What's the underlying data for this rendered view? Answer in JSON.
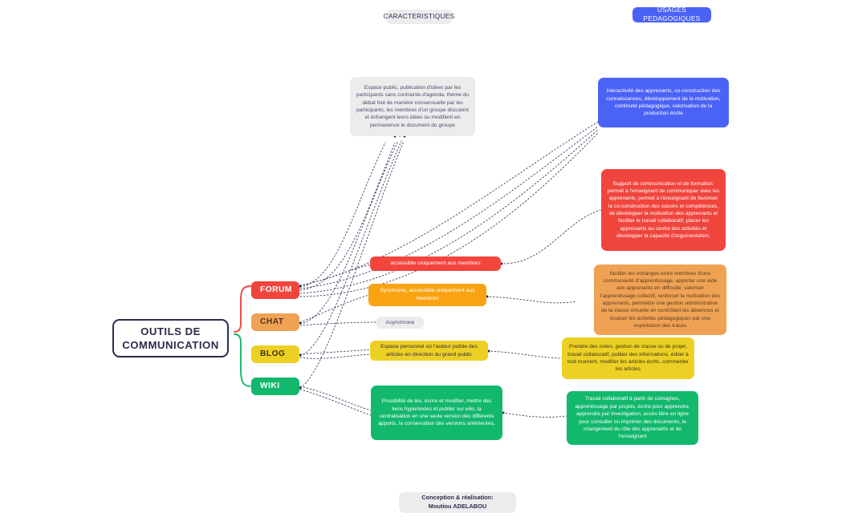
{
  "headers": {
    "characteristics_label": "CARACTERISTIQUES",
    "usages_label": "USAGES PEDAGOGIQUES"
  },
  "center": {
    "title_line1": "OUTILS DE",
    "title_line2": "COMMUNICATION"
  },
  "branches": [
    {
      "label": "FORUM",
      "color": "#f0453d"
    },
    {
      "label": "CHAT",
      "color": "#f0a254"
    },
    {
      "label": "BLOG",
      "color": "#edd024"
    },
    {
      "label": "WIKI",
      "color": "#12b86c"
    }
  ],
  "characteristics": {
    "forum": "Espace public,  publication d'idées par les participants sans contrainte d'agenda, thème du débat fixé de manière consensuelle par les participants, les membres d'un groupe discutent et échangent leurs idées ou modifient en permanence le document du groupe",
    "forum_access": "accessible uniquement aux membres",
    "chat": "Synchrone, accessible uniquement aux membres",
    "blog_mode": "Asynchrone",
    "blog": "Espace personnel où l'auteur publie des articles en direction du grand public",
    "wiki": "Possibilité de lire, écrire et modifier, mettre des liens hypertextes et publier sur wiki, la centralisation en une seule version des différents apports, la conservation des versions antérieures,"
  },
  "usages": {
    "forum": "Interactivité des apprenants,  co-construction des connaissances, développement de la motivation, continuité pédagogique, valorisation de la production écrite",
    "chat": "Support de communication et de formation: permet à l'enseignant de communiquer avec les apprenants, permet à l'enseignant de favoriser la co-construction des savoirs et compétences, de développer la motivation des apprenants et faciliter le travail collaboratif, placer les apprenants au centre des activités et développer la capacité d'argumentation.",
    "chat_extra": "faciliter les échanges entre membres d'une communauté d'apprentissage, apporter une aide aux apprenants en difficulté, valoriser l'apprentissage collectif, renforcer la motivation des apprenants, permettre une gestion administrative de la classe virtuelle en contrôlant les absences et évaluer les activités pédagogiques par une exploitation des traces",
    "blog": "Prendre des notes, gestion de classe ou de projet, travail collaboratif, publier des informations, éditer à tout moment, modifier les articles écrits, commenter les articles",
    "wiki": "Travail collaboratif à partir de consignes, apprentissage par projets, écrire pour apprendre, apprendre par investigation, accès libre en ligne pour consulter ou imprimer des documents, le changement du rôle des apprenants et de l'enseignant"
  },
  "footer": {
    "line1": "Conception & réalisation:",
    "line2": "Moutiou ADELABOU"
  },
  "colors": {
    "ink": "#2b2d4a",
    "wire": "#3a3c5e",
    "bracket_top": "#f0453d",
    "bracket_bottom": "#12b86c",
    "accent_blue": "#4a62f5"
  }
}
